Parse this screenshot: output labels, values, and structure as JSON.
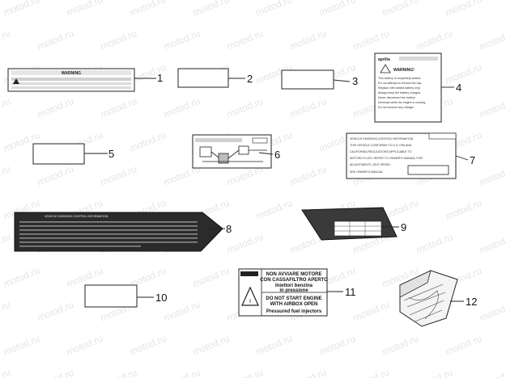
{
  "watermark": {
    "text": "motod.ru"
  },
  "callouts": [
    {
      "id": "1",
      "label": "1"
    },
    {
      "id": "2",
      "label": "2"
    },
    {
      "id": "3",
      "label": "3"
    },
    {
      "id": "4",
      "label": "4"
    },
    {
      "id": "5",
      "label": "5"
    },
    {
      "id": "6",
      "label": "6"
    },
    {
      "id": "7",
      "label": "7"
    },
    {
      "id": "8",
      "label": "8"
    },
    {
      "id": "9",
      "label": "9"
    },
    {
      "id": "10",
      "label": "10"
    },
    {
      "id": "11",
      "label": "11"
    },
    {
      "id": "12",
      "label": "12"
    }
  ],
  "decal1": {
    "title": "WARNING"
  },
  "decal4": {
    "brand": "aprilia",
    "title": "WARNING!",
    "body": [
      "This battery is completely sealed.",
      "Do not attempt to remove the cap.",
      "Replace with sealed battery only.",
      "Always keep the battery charged.",
      "Never disconnect the battery",
      "terminals while the engine is running.",
      "Do not connect any charger"
    ]
  },
  "decal7": {
    "lines": [
      "VEHICLE EMISSION CONTROL INFORMATION",
      "THIS VEHICLE CONFORMS TO U.S. EPA AND",
      "CALIFORNIA REGULATIONS APPLICABLE TO",
      "MOTORCYCLES. REFER TO OWNER'S MANUAL FOR",
      "ADJUSTMENTS. IDLE SPEED:",
      "SEE OWNER'S MANUAL"
    ]
  },
  "decal8": {
    "header": "VEHICLE EMISSION CONTROL INFORMATION"
  },
  "decal11": {
    "it_line1": "NON AVVIARE MOTORE",
    "it_line2": "CON CASSAFILTRO APERTO",
    "it_line3": "Iniettori benzina",
    "it_line4": "in pressione",
    "en_line1": "DO NOT START ENGINE",
    "en_line2": "WITH AIRBOX OPEN",
    "en_line3": "Pressured fuel injectors"
  }
}
